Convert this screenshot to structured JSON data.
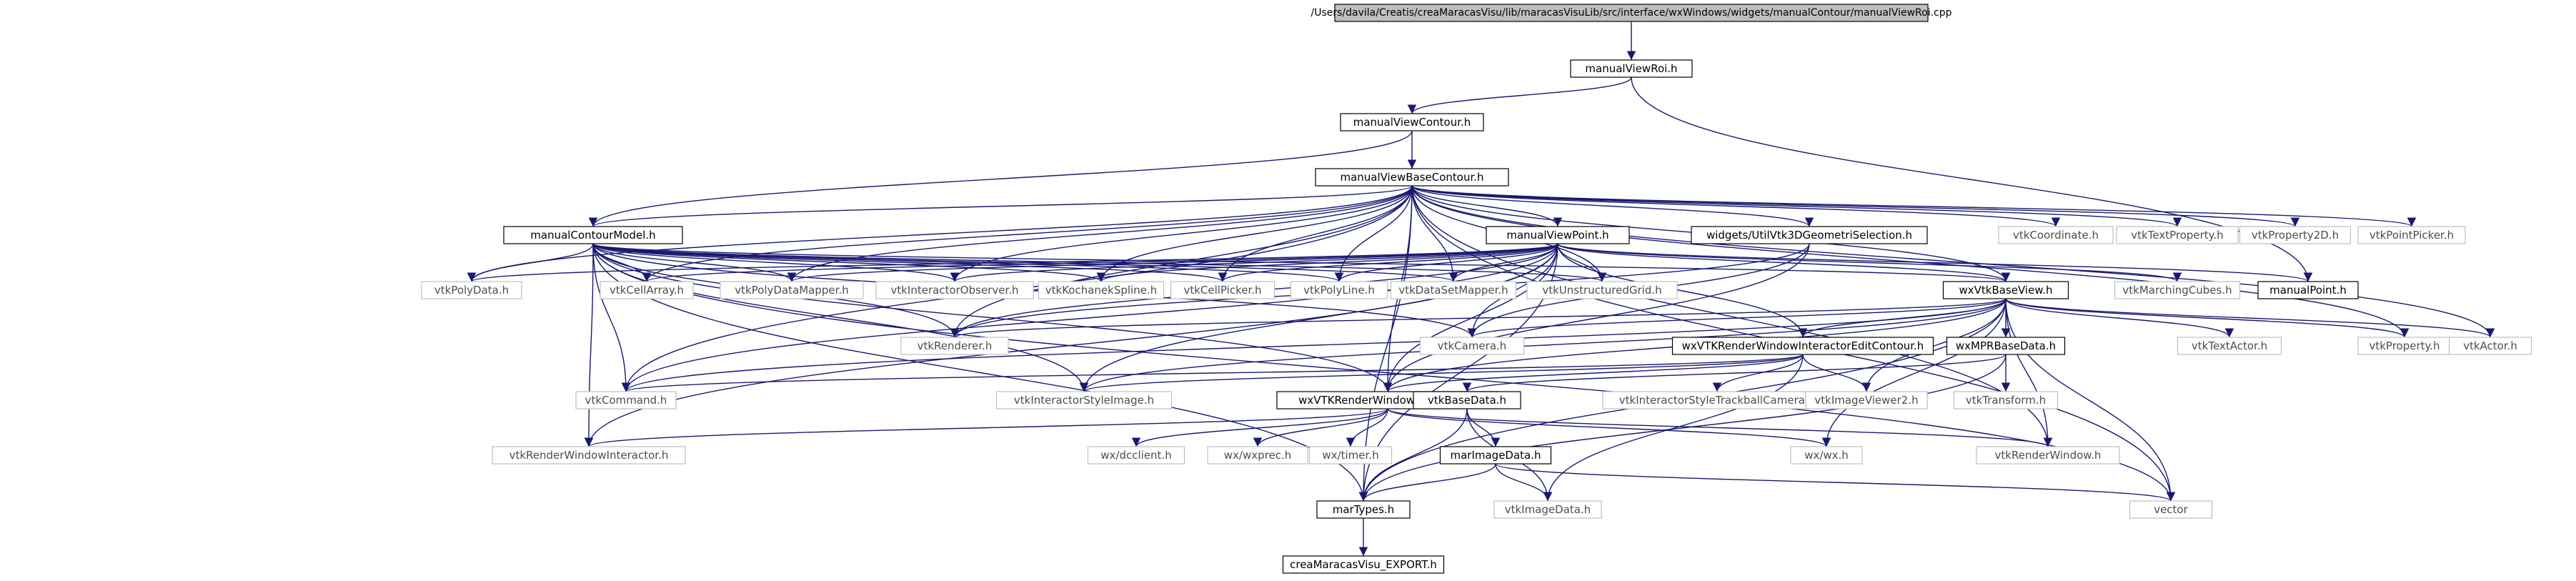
{
  "diagram": {
    "style": {
      "edge_color": "#191970",
      "node_border_black": "#000000",
      "node_border_gray": "#bfbfbf",
      "root_fill": "#bfbfbf",
      "text_dark": "#000000",
      "text_gray": "#4d4d4d"
    },
    "nodes": [
      {
        "id": "root",
        "label": "/Users/davila/Creatis/creaMaracasVisu/lib/maracasVisuLib/src/interface/wxWindows/widgets/manualContour/manualViewRoi.cpp",
        "kind": "root"
      },
      {
        "id": "manualViewRoi",
        "label": "manualViewRoi.h",
        "kind": "linked"
      },
      {
        "id": "manualViewContour",
        "label": "manualViewContour.h",
        "kind": "linked"
      },
      {
        "id": "manualViewBaseContour",
        "label": "manualViewBaseContour.h",
        "kind": "linked"
      },
      {
        "id": "manualContourModel",
        "label": "manualContourModel.h",
        "kind": "linked"
      },
      {
        "id": "manualViewPoint",
        "label": "manualViewPoint.h",
        "kind": "linked"
      },
      {
        "id": "utilVtk3D",
        "label": "widgets/UtilVtk3DGeometriSelection.h",
        "kind": "linked"
      },
      {
        "id": "vtkCoordinate",
        "label": "vtkCoordinate.h",
        "kind": "external"
      },
      {
        "id": "vtkTextProperty",
        "label": "vtkTextProperty.h",
        "kind": "external"
      },
      {
        "id": "vtkProperty2D",
        "label": "vtkProperty2D.h",
        "kind": "external"
      },
      {
        "id": "vtkPointPicker",
        "label": "vtkPointPicker.h",
        "kind": "external"
      },
      {
        "id": "vtkPolyData",
        "label": "vtkPolyData.h",
        "kind": "external"
      },
      {
        "id": "vtkCellArray",
        "label": "vtkCellArray.h",
        "kind": "external"
      },
      {
        "id": "vtkPolyDataMapper",
        "label": "vtkPolyDataMapper.h",
        "kind": "external"
      },
      {
        "id": "vtkInteractorObserver",
        "label": "vtkInteractorObserver.h",
        "kind": "external"
      },
      {
        "id": "vtkKochanekSpline",
        "label": "vtkKochanekSpline.h",
        "kind": "external"
      },
      {
        "id": "vtkCellPicker",
        "label": "vtkCellPicker.h",
        "kind": "external"
      },
      {
        "id": "vtkPolyLine",
        "label": "vtkPolyLine.h",
        "kind": "external"
      },
      {
        "id": "vtkDataSetMapper",
        "label": "vtkDataSetMapper.h",
        "kind": "external"
      },
      {
        "id": "vtkUnstructuredGrid",
        "label": "vtkUnstructuredGrid.h",
        "kind": "external"
      },
      {
        "id": "wxVtkBaseView",
        "label": "wxVtkBaseView.h",
        "kind": "linked"
      },
      {
        "id": "vtkMarchingCubes",
        "label": "vtkMarchingCubes.h",
        "kind": "external"
      },
      {
        "id": "manualPoint",
        "label": "manualPoint.h",
        "kind": "linked"
      },
      {
        "id": "vtkRenderer",
        "label": "vtkRenderer.h",
        "kind": "external"
      },
      {
        "id": "vtkCamera",
        "label": "vtkCamera.h",
        "kind": "external"
      },
      {
        "id": "wxVTKRWIEditContour",
        "label": "wxVTKRenderWindowInteractorEditContour.h",
        "kind": "linked"
      },
      {
        "id": "wxMPRBaseData",
        "label": "wxMPRBaseData.h",
        "kind": "linked"
      },
      {
        "id": "vtkTextActor",
        "label": "vtkTextActor.h",
        "kind": "external"
      },
      {
        "id": "vtkProperty",
        "label": "vtkProperty.h",
        "kind": "external"
      },
      {
        "id": "vtkActor",
        "label": "vtkActor.h",
        "kind": "external"
      },
      {
        "id": "vtkCommand",
        "label": "vtkCommand.h",
        "kind": "external"
      },
      {
        "id": "vtkInteractorStyleImage",
        "label": "vtkInteractorStyleImage.h",
        "kind": "external"
      },
      {
        "id": "wxVTKRWI",
        "label": "wxVTKRenderWindowInteractor.h",
        "kind": "linked"
      },
      {
        "id": "vtkBaseData",
        "label": "vtkBaseData.h",
        "kind": "linked"
      },
      {
        "id": "vtkISTrackballCamera",
        "label": "vtkInteractorStyleTrackballCamera.h",
        "kind": "external"
      },
      {
        "id": "vtkImageViewer2",
        "label": "vtkImageViewer2.h",
        "kind": "external"
      },
      {
        "id": "vtkTransform",
        "label": "vtkTransform.h",
        "kind": "external"
      },
      {
        "id": "vtkRenderWindowInteractor",
        "label": "vtkRenderWindowInteractor.h",
        "kind": "external"
      },
      {
        "id": "wxdcclient",
        "label": "wx/dcclient.h",
        "kind": "external"
      },
      {
        "id": "wxwxprec",
        "label": "wx/wxprec.h",
        "kind": "external"
      },
      {
        "id": "wxtimer",
        "label": "wx/timer.h",
        "kind": "external"
      },
      {
        "id": "marImageData",
        "label": "marImageData.h",
        "kind": "linked"
      },
      {
        "id": "wxwx",
        "label": "wx/wx.h",
        "kind": "external"
      },
      {
        "id": "vtkRenderWindow",
        "label": "vtkRenderWindow.h",
        "kind": "external"
      },
      {
        "id": "marTypes",
        "label": "marTypes.h",
        "kind": "linked"
      },
      {
        "id": "vtkImageData",
        "label": "vtkImageData.h",
        "kind": "external"
      },
      {
        "id": "vector",
        "label": "vector",
        "kind": "external"
      },
      {
        "id": "export",
        "label": "creaMaracasVisu_EXPORT.h",
        "kind": "linked"
      }
    ],
    "edges": [
      [
        "root",
        "manualViewRoi"
      ],
      [
        "manualViewRoi",
        "manualViewContour"
      ],
      [
        "manualViewRoi",
        "manualPoint"
      ],
      [
        "manualViewContour",
        "manualViewBaseContour"
      ],
      [
        "manualViewContour",
        "manualContourModel"
      ],
      [
        "manualViewBaseContour",
        "manualContourModel"
      ],
      [
        "manualViewBaseContour",
        "manualViewPoint"
      ],
      [
        "manualViewBaseContour",
        "utilVtk3D"
      ],
      [
        "manualViewBaseContour",
        "vtkCoordinate"
      ],
      [
        "manualViewBaseContour",
        "vtkTextProperty"
      ],
      [
        "manualViewBaseContour",
        "vtkProperty2D"
      ],
      [
        "manualViewBaseContour",
        "vtkPointPicker"
      ],
      [
        "manualViewBaseContour",
        "vtkPolyData"
      ],
      [
        "manualViewBaseContour",
        "vtkCellArray"
      ],
      [
        "manualViewBaseContour",
        "vtkPolyDataMapper"
      ],
      [
        "manualViewBaseContour",
        "vtkInteractorObserver"
      ],
      [
        "manualViewBaseContour",
        "vtkKochanekSpline"
      ],
      [
        "manualViewBaseContour",
        "vtkCellPicker"
      ],
      [
        "manualViewBaseContour",
        "vtkPolyLine"
      ],
      [
        "manualViewBaseContour",
        "vtkDataSetMapper"
      ],
      [
        "manualViewBaseContour",
        "vtkUnstructuredGrid"
      ],
      [
        "manualViewBaseContour",
        "wxVtkBaseView"
      ],
      [
        "manualViewBaseContour",
        "vtkActor"
      ],
      [
        "manualViewBaseContour",
        "vtkProperty"
      ],
      [
        "manualViewBaseContour",
        "vtkRenderWindow"
      ],
      [
        "manualViewBaseContour",
        "vector"
      ],
      [
        "manualViewBaseContour",
        "marTypes"
      ],
      [
        "manualViewBaseContour",
        "vtkCommand"
      ],
      [
        "manualViewBaseContour",
        "vtkRenderer"
      ],
      [
        "manualViewBaseContour",
        "wxVTKRWI"
      ],
      [
        "manualContourModel",
        "vtkPolyData"
      ],
      [
        "manualContourModel",
        "vtkCellArray"
      ],
      [
        "manualContourModel",
        "vtkPolyDataMapper"
      ],
      [
        "manualContourModel",
        "vtkInteractorObserver"
      ],
      [
        "manualContourModel",
        "vtkKochanekSpline"
      ],
      [
        "manualContourModel",
        "vtkCellPicker"
      ],
      [
        "manualContourModel",
        "vtkPolyLine"
      ],
      [
        "manualContourModel",
        "vtkDataSetMapper"
      ],
      [
        "manualContourModel",
        "vtkUnstructuredGrid"
      ],
      [
        "manualContourModel",
        "wxVtkBaseView"
      ],
      [
        "manualContourModel",
        "vtkRenderer"
      ],
      [
        "manualContourModel",
        "vtkCamera"
      ],
      [
        "manualContourModel",
        "vtkCommand"
      ],
      [
        "manualContourModel",
        "vtkInteractorStyleImage"
      ],
      [
        "manualContourModel",
        "wxVTKRWI"
      ],
      [
        "manualContourModel",
        "vtkRenderWindowInteractor"
      ],
      [
        "manualContourModel",
        "marTypes"
      ],
      [
        "manualContourModel",
        "vector"
      ],
      [
        "manualViewPoint",
        "vtkPolyData"
      ],
      [
        "manualViewPoint",
        "vtkCellArray"
      ],
      [
        "manualViewPoint",
        "vtkPolyDataMapper"
      ],
      [
        "manualViewPoint",
        "vtkInteractorObserver"
      ],
      [
        "manualViewPoint",
        "vtkKochanekSpline"
      ],
      [
        "manualViewPoint",
        "vtkCellPicker"
      ],
      [
        "manualViewPoint",
        "vtkPolyLine"
      ],
      [
        "manualViewPoint",
        "vtkDataSetMapper"
      ],
      [
        "manualViewPoint",
        "vtkUnstructuredGrid"
      ],
      [
        "manualViewPoint",
        "wxVtkBaseView"
      ],
      [
        "manualViewPoint",
        "vtkMarchingCubes"
      ],
      [
        "manualViewPoint",
        "manualPoint"
      ],
      [
        "manualViewPoint",
        "vtkRenderer"
      ],
      [
        "manualViewPoint",
        "vtkCamera"
      ],
      [
        "manualViewPoint",
        "wxVTKRWIEditContour"
      ],
      [
        "manualViewPoint",
        "wxVTKRWI"
      ],
      [
        "manualViewPoint",
        "vtkInteractorStyleImage"
      ],
      [
        "manualViewPoint",
        "vtkRenderWindowInteractor"
      ],
      [
        "manualViewPoint",
        "marTypes"
      ],
      [
        "manualViewPoint",
        "vtkCommand"
      ],
      [
        "utilVtk3D",
        "vtkRenderer"
      ],
      [
        "utilVtk3D",
        "vtkCamera"
      ],
      [
        "utilVtk3D",
        "wxVTKRWI"
      ],
      [
        "wxVtkBaseView",
        "vtkRenderer"
      ],
      [
        "wxVtkBaseView",
        "vtkCamera"
      ],
      [
        "wxVtkBaseView",
        "wxVTKRWIEditContour"
      ],
      [
        "wxVtkBaseView",
        "wxMPRBaseData"
      ],
      [
        "wxVtkBaseView",
        "vtkTextActor"
      ],
      [
        "wxVtkBaseView",
        "vtkProperty"
      ],
      [
        "wxVtkBaseView",
        "vtkActor"
      ],
      [
        "wxVtkBaseView",
        "vtkCommand"
      ],
      [
        "wxVtkBaseView",
        "vtkInteractorStyleImage"
      ],
      [
        "wxVtkBaseView",
        "wxVTKRWI"
      ],
      [
        "wxVtkBaseView",
        "vtkImageViewer2"
      ],
      [
        "wxVtkBaseView",
        "wxwx"
      ],
      [
        "wxVtkBaseView",
        "vtkRenderWindow"
      ],
      [
        "wxVtkBaseView",
        "vector"
      ],
      [
        "wxVtkBaseView",
        "marTypes"
      ],
      [
        "wxVTKRWIEditContour",
        "vtkCommand"
      ],
      [
        "wxVTKRWIEditContour",
        "vtkInteractorStyleImage"
      ],
      [
        "wxVTKRWIEditContour",
        "wxVTKRWI"
      ],
      [
        "wxVTKRWIEditContour",
        "vtkISTrackballCamera"
      ],
      [
        "wxVTKRWIEditContour",
        "vtkImageViewer2"
      ],
      [
        "wxVTKRWIEditContour",
        "vtkImageData"
      ],
      [
        "wxMPRBaseData",
        "vtkBaseData"
      ],
      [
        "wxMPRBaseData",
        "vtkTransform"
      ],
      [
        "wxMPRBaseData",
        "marTypes"
      ],
      [
        "wxVTKRWI",
        "vtkRenderWindowInteractor"
      ],
      [
        "wxVTKRWI",
        "wxdcclient"
      ],
      [
        "wxVTKRWI",
        "wxwxprec"
      ],
      [
        "wxVTKRWI",
        "wxtimer"
      ],
      [
        "wxVTKRWI",
        "wxwx"
      ],
      [
        "wxVTKRWI",
        "vtkRenderWindow"
      ],
      [
        "vtkBaseData",
        "marImageData"
      ],
      [
        "vtkBaseData",
        "marTypes"
      ],
      [
        "vtkBaseData",
        "vtkImageData"
      ],
      [
        "marImageData",
        "marTypes"
      ],
      [
        "marImageData",
        "vtkImageData"
      ],
      [
        "marImageData",
        "vector"
      ],
      [
        "marTypes",
        "export"
      ]
    ]
  }
}
